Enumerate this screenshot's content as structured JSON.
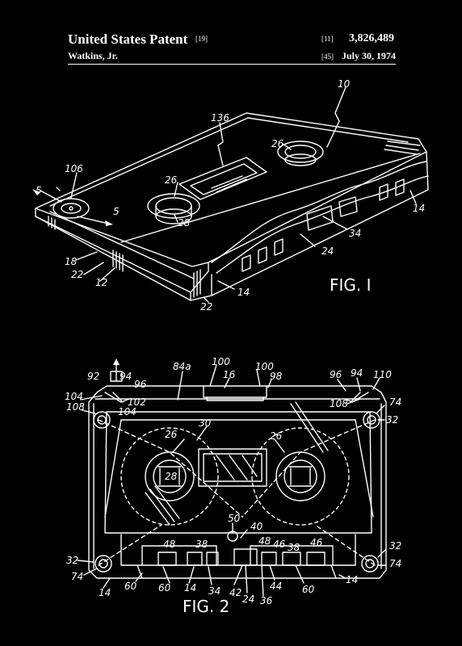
{
  "header": {
    "title": "United States Patent",
    "title_ref": "[19]",
    "inventor": "Watkins, Jr.",
    "patent_ref": "[11]",
    "patent_number": "3,826,489",
    "date_ref": "[45]",
    "date": "July 30, 1974"
  },
  "figures": {
    "fig1_label": "FIG. I",
    "fig2_label": "FIG. 2"
  },
  "fig1_refs": {
    "r10": "10",
    "r136": "136",
    "r26a": "26",
    "r106": "106",
    "r5a": "5",
    "r26b": "26",
    "r28": "28",
    "r5b": "5",
    "r14a": "14",
    "r34": "34",
    "r24": "24",
    "r18": "18",
    "r22a": "22",
    "r12": "12",
    "r14b": "14",
    "r22b": "22"
  },
  "fig2_refs": {
    "r92": "92",
    "r94a": "94",
    "r96a": "96",
    "r84a": "84a",
    "r100a": "100",
    "r16": "16",
    "r100b": "100",
    "r98": "98",
    "r96b": "96",
    "r94b": "94",
    "r110": "110",
    "r104a": "104",
    "r102": "102",
    "r108a": "108",
    "r104b": "104",
    "r108b": "108",
    "r74a": "74",
    "r32a": "32",
    "r30": "30",
    "r26a": "26",
    "r26b": "26",
    "r28": "28",
    "r50": "50",
    "r40": "40",
    "r48a": "48",
    "r38a": "38",
    "r48b": "48",
    "r46a": "46",
    "r38b": "38",
    "r46b": "46",
    "r32b": "32",
    "r74b": "74",
    "r32c": "32",
    "r74c": "74",
    "r14a": "14",
    "r60a": "60",
    "r60b": "60",
    "r14b": "14",
    "r34": "34",
    "r42": "42",
    "r24": "24",
    "r36": "36",
    "r44": "44",
    "r60c": "60",
    "r14c": "14"
  }
}
